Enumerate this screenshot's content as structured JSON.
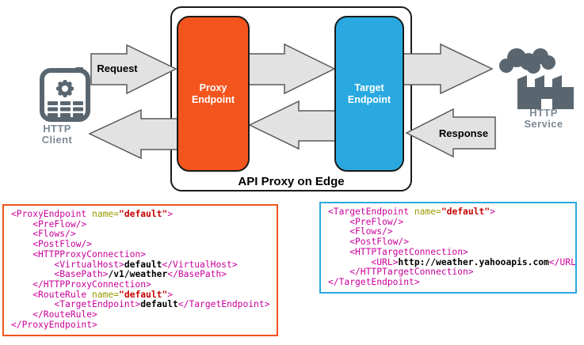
{
  "diagram": {
    "title": "API Proxy on Edge",
    "client": {
      "line1": "HTTP",
      "line2": "Client"
    },
    "service": {
      "line1": "HTTP",
      "line2": "Service"
    },
    "proxy_endpoint": {
      "line1": "Proxy",
      "line2": "Endpoint",
      "color": "#F4541D"
    },
    "target_endpoint": {
      "line1": "Target",
      "line2": "Endpoint",
      "color": "#29A9E0"
    },
    "request_label": "Request",
    "response_label": "Response"
  },
  "colors": {
    "arrow_fill": "#E2E2E3",
    "arrow_stroke": "#58595B",
    "icon": "#596670",
    "icon_label": "#7D8994"
  },
  "code_blocks": {
    "proxy": {
      "border_color": "#F4541D",
      "lines": [
        [
          [
            "tag",
            "<ProxyEndpoint "
          ],
          [
            "attr",
            "name="
          ],
          [
            "val",
            "\"default\""
          ],
          [
            "tag",
            ">"
          ]
        ],
        [
          [
            "tag",
            "    <PreFlow/>"
          ]
        ],
        [
          [
            "tag",
            "    <Flows/>"
          ]
        ],
        [
          [
            "tag",
            "    <PostFlow/>"
          ]
        ],
        [
          [
            "tag",
            "    <HTTPProxyConnection>"
          ]
        ],
        [
          [
            "tag",
            "        <VirtualHost>"
          ],
          [
            "txt",
            "default"
          ],
          [
            "tag",
            "</VirtualHost>"
          ]
        ],
        [
          [
            "tag",
            "        <BasePath>"
          ],
          [
            "txt",
            "/v1/weather"
          ],
          [
            "tag",
            "</BasePath>"
          ]
        ],
        [
          [
            "tag",
            "    </HTTPProxyConnection>"
          ]
        ],
        [
          [
            "tag",
            "    <RouteRule "
          ],
          [
            "attr",
            "name="
          ],
          [
            "val",
            "\"default\""
          ],
          [
            "tag",
            ">"
          ]
        ],
        [
          [
            "tag",
            "        <TargetEndpoint>"
          ],
          [
            "txt",
            "default"
          ],
          [
            "tag",
            "</TargetEndpoint>"
          ]
        ],
        [
          [
            "tag",
            "    </RouteRule>"
          ]
        ],
        [
          [
            "tag",
            "</ProxyEndpoint>"
          ]
        ]
      ]
    },
    "target": {
      "border_color": "#29A9E0",
      "lines": [
        [
          [
            "tag",
            "<TargetEndpoint "
          ],
          [
            "attr",
            "name="
          ],
          [
            "val",
            "\"default\""
          ],
          [
            "tag",
            ">"
          ]
        ],
        [
          [
            "tag",
            "    <PreFlow/>"
          ]
        ],
        [
          [
            "tag",
            "    <Flows/>"
          ]
        ],
        [
          [
            "tag",
            "    <PostFlow/>"
          ]
        ],
        [
          [
            "tag",
            "    <HTTPTargetConnection>"
          ]
        ],
        [
          [
            "tag",
            "        <URL>"
          ],
          [
            "txt",
            "http://weather.yahooapis.com"
          ],
          [
            "tag",
            "</URL>"
          ]
        ],
        [
          [
            "tag",
            "    </HTTPTargetConnection>"
          ]
        ],
        [
          [
            "tag",
            "</TargetEndpoint>"
          ]
        ]
      ]
    }
  }
}
